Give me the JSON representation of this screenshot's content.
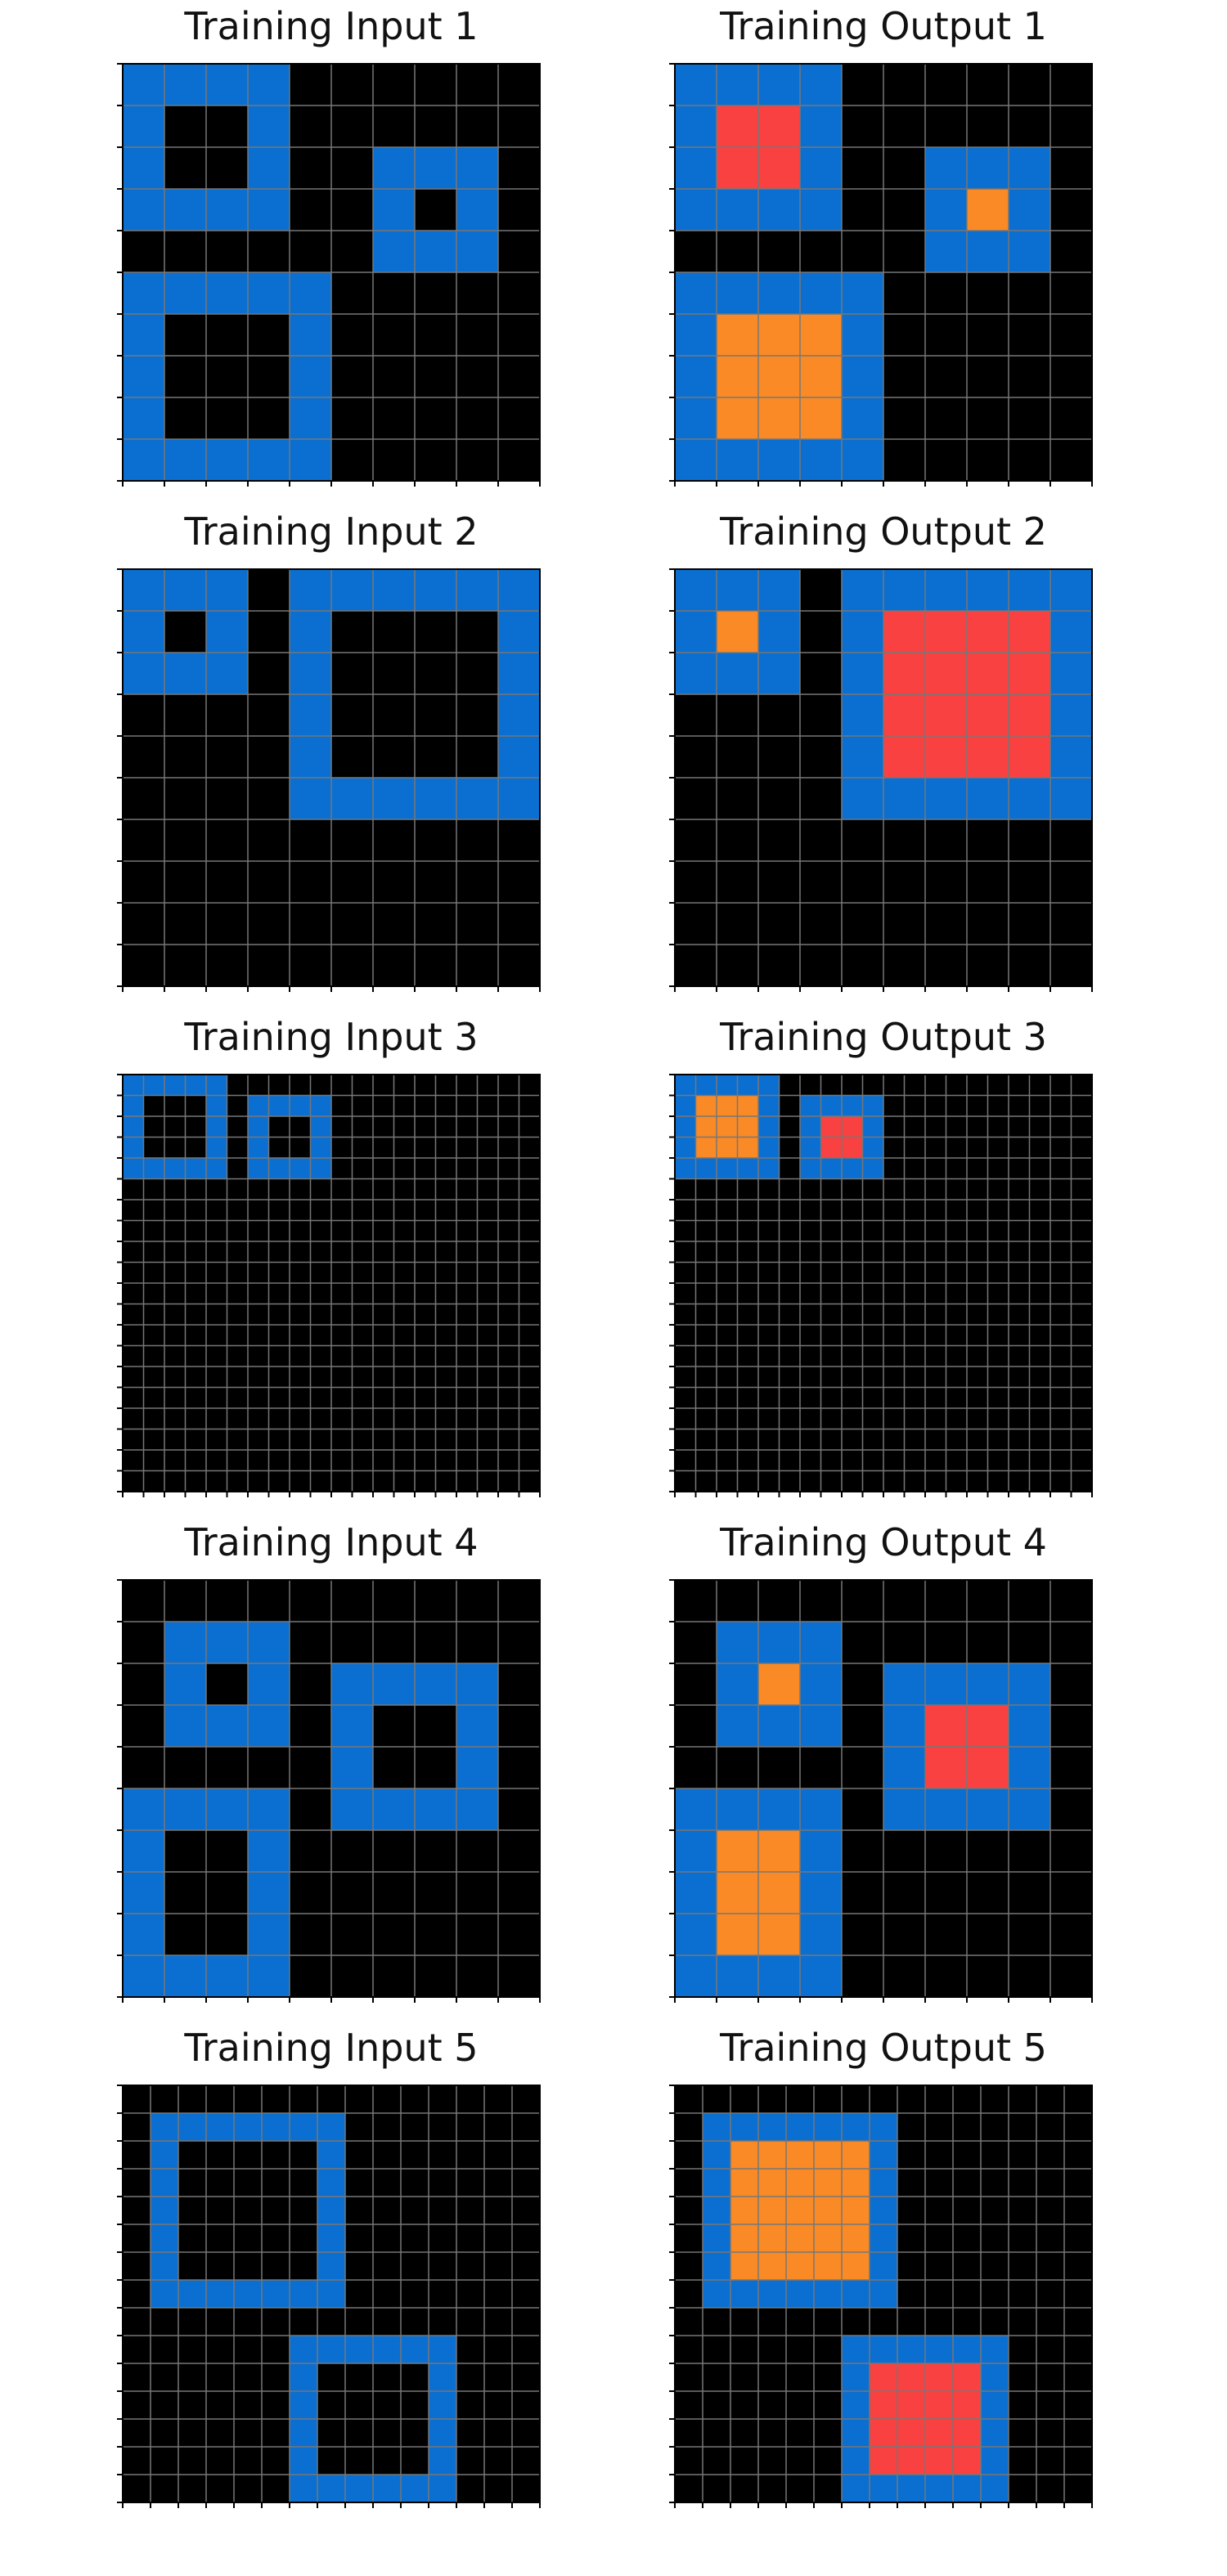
{
  "palette": {
    "0": "#000000",
    "1": "#0a6fd0",
    "2": "#f94141",
    "3": "#f98a26"
  },
  "gridline_color": "#777777",
  "panels": [
    {
      "title": "Training Input 1",
      "grid": [
        "1111000000",
        "1001000000",
        "1001001110",
        "1111001010",
        "0000001110",
        "1111100000",
        "1000100000",
        "1000100000",
        "1000100000",
        "1111100000"
      ]
    },
    {
      "title": "Training Output 1",
      "grid": [
        "1111000000",
        "1221000000",
        "1221001110",
        "1111001310",
        "0000001110",
        "1111100000",
        "1333100000",
        "1333100000",
        "1333100000",
        "1111100000"
      ]
    },
    {
      "title": "Training Input 2",
      "grid": [
        "1110111111",
        "1010100001",
        "1110100001",
        "0000100001",
        "0000100001",
        "0000111111",
        "0000000000",
        "0000000000",
        "0000000000",
        "0000000000"
      ]
    },
    {
      "title": "Training Output 2",
      "grid": [
        "1110111111",
        "1310122221",
        "1110122221",
        "0000122221",
        "0000122221",
        "0000111111",
        "0000000000",
        "0000000000",
        "0000000000",
        "0000000000"
      ]
    },
    {
      "title": "Training Input 3",
      "grid": [
        "11111000000000000000",
        "10001011110000000000",
        "10001010010000000000",
        "10001010010000000000",
        "11111011110000000000",
        "00000000000000000000",
        "00000000000000000000",
        "00000000000000000000",
        "00000000000000000000",
        "00000000000000000000",
        "00000000000000000000",
        "00000000000000000000",
        "00000000000000000000",
        "00000000000000000000",
        "00000000000000000000",
        "00000000000000000000",
        "00000000000000000000",
        "00000000000000000000",
        "00000000000000000000",
        "00000000000000000000"
      ]
    },
    {
      "title": "Training Output 3",
      "grid": [
        "11111000000000000000",
        "13331011110000000000",
        "13331012210000000000",
        "13331012210000000000",
        "11111011110000000000",
        "00000000000000000000",
        "00000000000000000000",
        "00000000000000000000",
        "00000000000000000000",
        "00000000000000000000",
        "00000000000000000000",
        "00000000000000000000",
        "00000000000000000000",
        "00000000000000000000",
        "00000000000000000000",
        "00000000000000000000",
        "00000000000000000000",
        "00000000000000000000",
        "00000000000000000000",
        "00000000000000000000"
      ]
    },
    {
      "title": "Training Input 4",
      "grid": [
        "0000000000",
        "0111000000",
        "0101011110",
        "0111010010",
        "0000010010",
        "1111011110",
        "1001000000",
        "1001000000",
        "1001000000",
        "1111000000"
      ]
    },
    {
      "title": "Training Output 4",
      "grid": [
        "0000000000",
        "0111000000",
        "0131011110",
        "0111012210",
        "0000012210",
        "1111011110",
        "1331000000",
        "1331000000",
        "1331000000",
        "1111000000"
      ]
    },
    {
      "title": "Training Input 5",
      "grid": [
        "000000000000000",
        "011111110000000",
        "010000010000000",
        "010000010000000",
        "010000010000000",
        "010000010000000",
        "010000010000000",
        "011111110000000",
        "000000000000000",
        "000000111111000",
        "000000100001000",
        "000000100001000",
        "000000100001000",
        "000000100001000",
        "000000111111000"
      ]
    },
    {
      "title": "Training Output 5",
      "grid": [
        "000000000000000",
        "011111110000000",
        "013333310000000",
        "013333310000000",
        "013333310000000",
        "013333310000000",
        "013333310000000",
        "011111110000000",
        "000000000000000",
        "000000111111000",
        "000000122221000",
        "000000122221000",
        "000000122221000",
        "000000122221000",
        "000000111111000"
      ]
    }
  ]
}
